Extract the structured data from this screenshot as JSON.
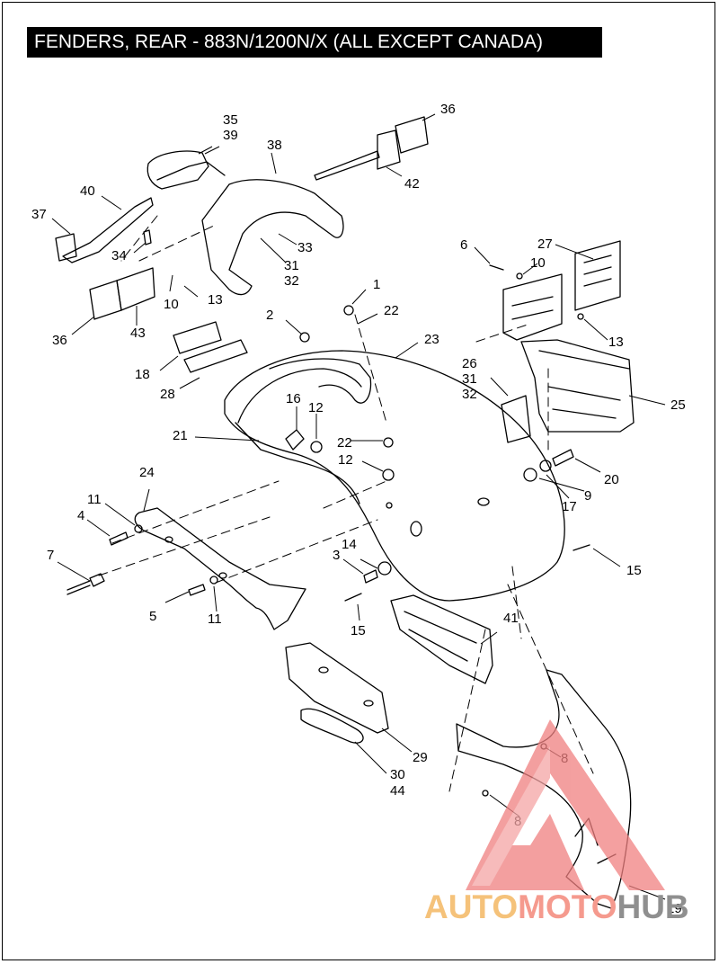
{
  "title": "FENDERS, REAR - 883N/1200N/X (ALL EXCEPT CANADA)",
  "callouts": [
    {
      "id": "c1",
      "label": "1"
    },
    {
      "id": "c2",
      "label": "2"
    },
    {
      "id": "c3",
      "label": "3"
    },
    {
      "id": "c4",
      "label": "4"
    },
    {
      "id": "c5",
      "label": "5"
    },
    {
      "id": "c6",
      "label": "6"
    },
    {
      "id": "c7",
      "label": "7"
    },
    {
      "id": "c8a",
      "label": "8"
    },
    {
      "id": "c8b",
      "label": "8"
    },
    {
      "id": "c9",
      "label": "9"
    },
    {
      "id": "c10a",
      "label": "10"
    },
    {
      "id": "c10b",
      "label": "10"
    },
    {
      "id": "c11a",
      "label": "11"
    },
    {
      "id": "c11b",
      "label": "11"
    },
    {
      "id": "c12a",
      "label": "12"
    },
    {
      "id": "c12b",
      "label": "12"
    },
    {
      "id": "c13a",
      "label": "13"
    },
    {
      "id": "c13b",
      "label": "13"
    },
    {
      "id": "c14",
      "label": "14"
    },
    {
      "id": "c15a",
      "label": "15"
    },
    {
      "id": "c15b",
      "label": "15"
    },
    {
      "id": "c16",
      "label": "16"
    },
    {
      "id": "c17",
      "label": "17"
    },
    {
      "id": "c18",
      "label": "18"
    },
    {
      "id": "c19",
      "label": "19"
    },
    {
      "id": "c20",
      "label": "20"
    },
    {
      "id": "c21",
      "label": "21"
    },
    {
      "id": "c22a",
      "label": "22"
    },
    {
      "id": "c22b",
      "label": "22"
    },
    {
      "id": "c23",
      "label": "23"
    },
    {
      "id": "c24",
      "label": "24"
    },
    {
      "id": "c25",
      "label": "25"
    },
    {
      "id": "c26",
      "label": "26"
    },
    {
      "id": "c27",
      "label": "27"
    },
    {
      "id": "c28",
      "label": "28"
    },
    {
      "id": "c29",
      "label": "29"
    },
    {
      "id": "c30",
      "label": "30"
    },
    {
      "id": "c31a",
      "label": "31"
    },
    {
      "id": "c31b",
      "label": "31"
    },
    {
      "id": "c32a",
      "label": "32"
    },
    {
      "id": "c32b",
      "label": "32"
    },
    {
      "id": "c33",
      "label": "33"
    },
    {
      "id": "c34",
      "label": "34"
    },
    {
      "id": "c35",
      "label": "35"
    },
    {
      "id": "c36a",
      "label": "36"
    },
    {
      "id": "c36b",
      "label": "36"
    },
    {
      "id": "c37",
      "label": "37"
    },
    {
      "id": "c38",
      "label": "38"
    },
    {
      "id": "c39",
      "label": "39"
    },
    {
      "id": "c40",
      "label": "40"
    },
    {
      "id": "c41",
      "label": "41"
    },
    {
      "id": "c42",
      "label": "42"
    },
    {
      "id": "c43",
      "label": "43"
    },
    {
      "id": "c44",
      "label": "44"
    }
  ],
  "watermark": {
    "part1": "AUTO",
    "part2": "MOTO",
    "part3": "HUB",
    "colors": {
      "auto": "#f5c27a",
      "moto": "#f59a8e",
      "hub": "#8f8f8f",
      "logo": "#f08080"
    }
  }
}
